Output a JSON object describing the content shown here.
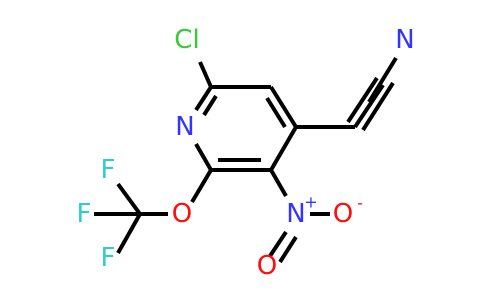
{
  "atoms": {
    "cl": {
      "symbol": "Cl",
      "color": "#33CC33"
    },
    "n_ring": {
      "symbol": "N",
      "color": "#3333FF"
    },
    "n_nitrile": {
      "symbol": "N",
      "color": "#3333FF"
    },
    "o_ether": {
      "symbol": "O",
      "color": "#FF0D0D"
    },
    "f_top": {
      "symbol": "F",
      "color": "#33CCCC"
    },
    "f_left": {
      "symbol": "F",
      "color": "#33CCCC"
    },
    "f_bottom": {
      "symbol": "F",
      "color": "#33CCCC"
    },
    "n_nitro": {
      "symbol": "N",
      "color": "#3333FF",
      "charge": "+"
    },
    "o_nitro_minus": {
      "symbol": "O",
      "color": "#FF0D0D",
      "charge": "-"
    },
    "o_nitro_double": {
      "symbol": "O",
      "color": "#FF0D0D"
    }
  },
  "colors": {
    "bond": "#000000",
    "background": "#FFFFFF"
  }
}
